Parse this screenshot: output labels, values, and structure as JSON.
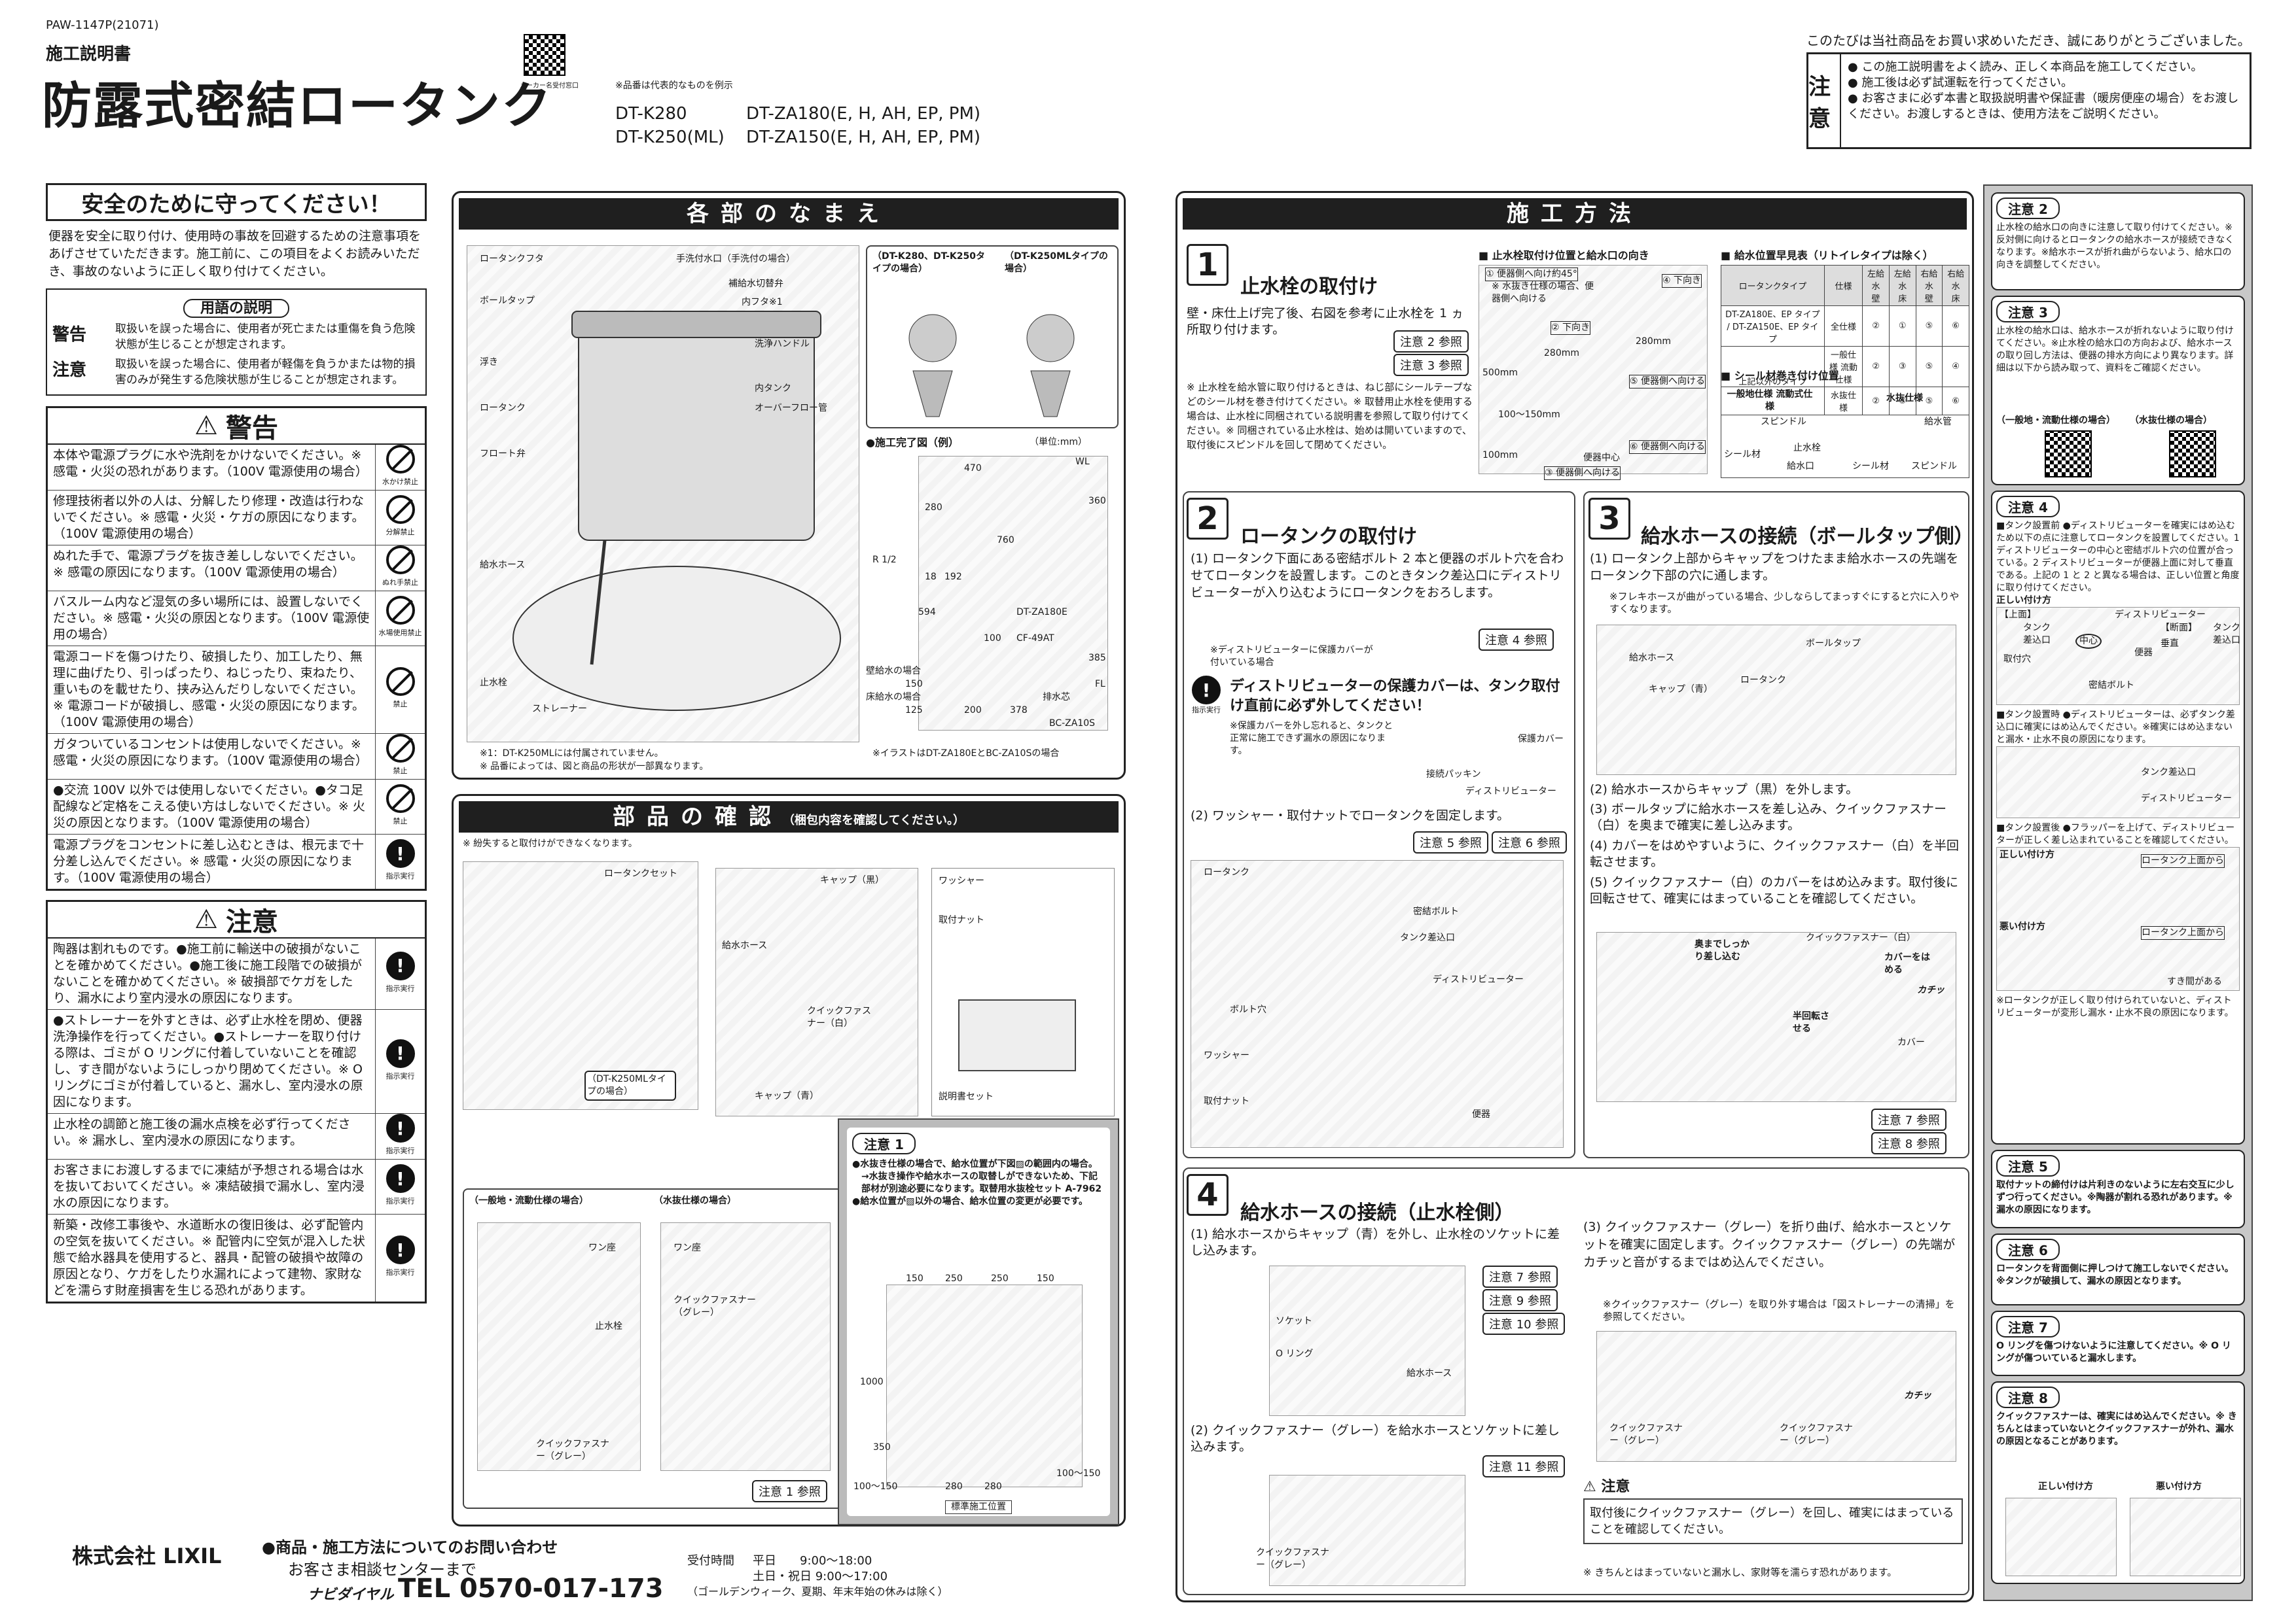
{
  "header": {
    "doc_id": "PAW-1147P(21071)",
    "doc_type": "施工説明書",
    "title": "防露式密結ロータンク",
    "qr_caption": "メーカー名受付窓口",
    "rep_note": "※品番は代表的なものを例示",
    "models": [
      [
        "DT-K280",
        "DT-ZA180(E, H, AH, EP, PM)"
      ],
      [
        "DT-K250(ML)",
        "DT-ZA150(E, H, AH, EP, PM)"
      ]
    ],
    "thanks": "このたびは当社商品をお買い求めいただき、誠にありがとうございました。",
    "caution_label": "注意",
    "caution_items": [
      "● この施工説明書をよく読み、正しく本商品を施工してください。",
      "● 施工後は必ず試運転を行ってください。",
      "● お客さまに必ず本書と取扱説明書や保証書（暖房便座の場合）をお渡しください。お渡しするときは、使用方法をご説明ください。"
    ]
  },
  "safety": {
    "title": "安全のために守ってください！",
    "intro": "便器を安全に取り付け、使用時の事故を回避するための注意事項をあげさせていただきます。施工前に、この項目をよくお読みいただき、事故のないように正しく取り付けてください。",
    "terms_title": "用語の説明",
    "term_warning": "警告",
    "term_warning_desc": "取扱いを誤った場合に、使用者が死亡または重傷を負う危険状態が生じることが想定されます。",
    "term_caution": "注意",
    "term_caution_desc": "取扱いを誤った場合に、使用者が軽傷を負うかまたは物的損害のみが発生する危険状態が生じることが想定されます。",
    "warning_title": "警告",
    "warnings": [
      {
        "text": "本体や電源プラグに水や洗剤をかけないでください。※ 感電・火災の恐れがあります。（100V 電源使用の場合）",
        "icon": "水かけ禁止"
      },
      {
        "text": "修理技術者以外の人は、分解したり修理・改造は行わないでください。※ 感電・火災・ケガの原因になります。（100V 電源使用の場合）",
        "icon": "分解禁止"
      },
      {
        "text": "ぬれた手で、電源プラグを抜き差ししないでください。※ 感電の原因になります。（100V 電源使用の場合）",
        "icon": "ぬれ手禁止"
      },
      {
        "text": "バスルーム内など湿気の多い場所には、設置しないでください。※ 感電・火災の原因となります。（100V 電源使用の場合）",
        "icon": "水場使用禁止"
      },
      {
        "text": "電源コードを傷つけたり、破損したり、加工したり、無理に曲げたり、引っぱったり、ねじったり、束ねたり、重いものを載せたり、挟み込んだりしないでください。※ 電源コードが破損し、感電・火災の原因になります。（100V 電源使用の場合）",
        "icon": "禁止"
      },
      {
        "text": "ガタついているコンセントは使用しないでください。※ 感電・火災の原因になります。（100V 電源使用の場合）",
        "icon": "禁止"
      },
      {
        "text": "●交流 100V 以外では使用しないでください。●タコ足配線など定格をこえる使い方はしないでください。※ 火災の原因となります。（100V 電源使用の場合）",
        "icon": "禁止"
      },
      {
        "text": "電源プラグをコンセントに差し込むときは、根元まで十分差し込んでください。※ 感電・火災の原因になります。（100V 電源使用の場合）",
        "icon": "指示実行"
      }
    ],
    "caution_title": "注意",
    "cautions": [
      {
        "text": "陶器は割れものです。●施工前に輸送中の破損がないことを確かめてください。●施工後に施工段階での破損がないことを確かめてください。※ 破損部でケガをしたり、漏水により室内浸水の原因になります。",
        "icon": "指示実行"
      },
      {
        "text": "●ストレーナーを外すときは、必ず止水栓を閉め、便器洗浄操作を行ってください。●ストレーナーを取り付ける際は、ゴミが O リングに付着していないことを確認し、すき間がないようにしっかり閉めてください。※ O リングにゴミが付着していると、漏水し、室内浸水の原因になります。",
        "icon": "指示実行"
      },
      {
        "text": "止水栓の調節と施工後の漏水点検を必ず行ってください。※ 漏水し、室内浸水の原因になります。",
        "icon": "指示実行"
      },
      {
        "text": "お客さまにお渡しするまでに凍結が予想される場合は水を抜いておいてください。※ 凍結破損で漏水し、室内浸水の原因になります。",
        "icon": "指示実行"
      },
      {
        "text": "新築・改修工事後や、水道断水の復旧後は、必ず配管内の空気を抜いてください。※ 配管内に空気が混入した状態で給水器具を使用すると、器具・配管の破損や故障の原因となり、ケガをしたり水漏れによって建物、家財などを濡らす財産損害を生じる恐れがあります。",
        "icon": "指示実行"
      }
    ]
  },
  "footer": {
    "company": "株式会社 LIXIL",
    "inquiry": "●商品・施工方法についてのお問い合わせ",
    "center": "お客さま相談センターまで",
    "navi": "ナビダイヤル",
    "tel": "TEL 0570-017-173",
    "hours_label": "受付時間",
    "weekday": "平日　　9:00〜18:00",
    "weekend": "土日・祝日 9:00〜17:00",
    "holiday": "（ゴールデンウィーク、夏期、年末年始の休みは除く）"
  },
  "parts": {
    "title": "各部のなまえ",
    "labels": [
      "ロータンクフタ",
      "手洗付水口（手洗付の場合）",
      "補給水切替弁",
      "内フタ※1",
      "洗浄ハンドル",
      "ボールタップ",
      "浮き",
      "内タンク",
      "オーバーフロー管",
      "ロータンク",
      "フロート弁",
      "給水ホース",
      "止水栓",
      "ストレーナー"
    ],
    "type_a": "（DT-K280、DT-K250タイプの場合）",
    "type_b": "（DT-K250MLタイプの場合）",
    "finish_title": "●施工完了図（例）",
    "unit": "（単位:mm）",
    "dims": [
      "470",
      "WL",
      "360",
      "760",
      "280",
      "R 1/2",
      "18",
      "192",
      "594",
      "100",
      "385",
      "150",
      "125",
      "200",
      "378"
    ],
    "dim_labels": [
      "DT-ZA180E",
      "CF-49AT",
      "壁給水の場合",
      "床給水の場合",
      "排水芯",
      "FL",
      "BC-ZA10S"
    ],
    "note1": "※1：DT-K250MLには付属されていません。",
    "note2": "※ 品番によっては、図と商品の形状が一部異なります。",
    "illust_note": "※イラストはDT-ZA180EとBC-ZA10Sの場合"
  },
  "check": {
    "title": "部品の確認",
    "subtitle": "（梱包内容を確認してください。）",
    "note": "※ 紛失すると取付けができなくなります。",
    "labels": [
      "ロータンクセット",
      "キャップ（黒）",
      "給水ホース",
      "クイックファスナー（白）",
      "キャップ（青）",
      "ワッシャー",
      "取付ナット",
      "説明書セット",
      "（DT-K250MLタイプの場合）"
    ],
    "general": "（一般地・流動仕様の場合）",
    "drain": "（水抜仕様の場合）",
    "sub_labels": [
      "ワン座",
      "止水栓",
      "クイックファスナー（グレー）",
      "ワン座",
      "クイックファスナー（グレー）"
    ],
    "ref1": "注意 1 参照"
  },
  "chui1": {
    "label": "注意 1",
    "text1": "●水抜き仕様の場合で、給水位置が下図▨の範囲内の場合。",
    "text2": "→水抜き操作や給水ホースの取替しができないため、下記部材が別途必要になります。取替用水抜栓セット A-7962",
    "text3": "●給水位置が▨以外の場合、給水位置の変更が必要です。",
    "dims": [
      "150",
      "250",
      "250",
      "150",
      "1000",
      "350",
      "100〜150",
      "280",
      "280",
      "100〜150"
    ],
    "caption": "標準施工位置"
  },
  "method": {
    "title": "施工方法",
    "s1_title": "止水栓の取付け",
    "s1_text": "壁・床仕上げ完了後、右図を参考に止水栓を 1 ヵ所取り付けます。",
    "s1_refs": [
      "注意 2 参照",
      "注意 3 参照"
    ],
    "s1_notes": "※ 止水栓を給水管に取り付けるときは、ねじ部にシールテープなどのシール材を巻き付けてください。※ 取替用止水栓を使用する場合は、止水栓に同梱されている説明書を参照して取り付けてください。※ 同梱されている止水栓は、始めは開いていますので、取付後にスピンドルを回して閉めてください。",
    "pos_title": "■ 止水栓取付け位置と給水口の向き",
    "pos_labels": [
      "① 便器側へ向け約45°",
      "※ 水抜き仕様の場合、便器側へ向ける",
      "② 下向き",
      "280mm",
      "500mm",
      "100〜150mm",
      "100mm",
      "③ 便器側へ向ける",
      "④ 下向き",
      "⑤ 便器側へ向ける",
      "⑥ 便器側へ向ける",
      "便器中心",
      "280mm"
    ],
    "table_title": "■ 給水位置早見表（リトイレタイプは除く）",
    "table_head": [
      "ロータンクタイプ",
      "仕様",
      "左給水 壁",
      "左給水 床",
      "右給水 壁",
      "右給水 床"
    ],
    "table_rows": [
      [
        "DT-ZA180E、EP タイプ / DT-ZA150E、EP タイプ",
        "全仕様",
        "②",
        "①",
        "⑤",
        "⑥"
      ],
      [
        "上記以外のタイプ",
        "一般仕様 流動仕様",
        "②",
        "③",
        "⑤",
        "④"
      ],
      [
        "",
        "水抜仕様",
        "②",
        "③",
        "⑤",
        "⑥"
      ]
    ],
    "seal_title": "■ シール材巻き付け位置",
    "seal_general": "一般地仕様 流動式仕様",
    "seal_drain": "水抜仕様",
    "seal_labels": [
      "スピンドル",
      "止水栓",
      "シール材",
      "給水口",
      "給水管",
      "シール材",
      "スピンドル"
    ],
    "s2_title": "ロータンクの取付け",
    "s2_text1": "(1) ロータンク下面にある密結ボルト 2 本と便器のボルト穴を合わせてロータンクを設置します。このときタンク差込口にディストリビューターが入り込むようにロータンクをおろします。",
    "s2_ref4": "注意 4 参照",
    "s2_sub": "※ディストリビューターに保護カバーが付いている場合",
    "s2_warn": "ディストリビューターの保護カバーは、タンク取付け直前に必ず外してください！",
    "s2_warn_icon": "指示実行",
    "s2_warn_note": "※保護カバーを外し忘れると、タンクと正常に施工できず漏水の原因になります。",
    "s2_cover": "保護カバー",
    "s2_packing": "接続パッキン",
    "s2_dist": "ディストリビューター",
    "s2_text2": "(2) ワッシャー・取付ナットでロータンクを固定します。",
    "s2_refs": [
      "注意 5 参照",
      "注意 6 参照"
    ],
    "s2_labels": [
      "ロータンク",
      "密結ボルト",
      "タンク差込口",
      "ディストリビューター",
      "ボルト穴",
      "ワッシャー",
      "取付ナット",
      "便器"
    ],
    "s3_title": "給水ホースの接続（ボールタップ側）",
    "s3_text1": "(1) ロータンク上部からキャップをつけたまま給水ホースの先端をロータンク下部の穴に通します。",
    "s3_note1": "※フレキホースが曲がっている場合、少しならしてまっすぐにすると穴に入りやすくなります。",
    "s3_labels": [
      "給水ホース",
      "ボールタップ",
      "キャップ（青）",
      "ロータンク"
    ],
    "s3_text2": "(2) 給水ホースからキャップ（黒）を外します。",
    "s3_text3": "(3) ボールタップに給水ホースを差し込み、クイックファスナー（白）を奥まで確実に差し込みます。",
    "s3_text4": "(4) カバーをはめやすいように、クイックファスナー（白）を半回転させます。",
    "s3_text5": "(5) クイックファスナー（白）のカバーをはめ込みます。取付後に回転させて、確実にはまっていることを確認してください。",
    "s3_labels2": [
      "奥までしっかり差し込む",
      "クイックファスナー（白）",
      "半回転させる",
      "カバーをはめる",
      "カバー",
      "カチッ"
    ],
    "s3_refs": [
      "注意 7 参照",
      "注意 8 参照"
    ],
    "s4_title": "給水ホースの接続（止水栓側）",
    "s4_text1": "(1) 給水ホースからキャップ（青）を外し、止水栓のソケットに差し込みます。",
    "s4_refs": [
      "注意 7 参照",
      "注意 9 参照",
      "注意 10 参照"
    ],
    "s4_labels": [
      "ソケット",
      "O リング",
      "給水ホース"
    ],
    "s4_text2": "(2) クイックファスナー（グレー）を給水ホースとソケットに差し込みます。",
    "s4_ref11": "注意 11 参照",
    "s4_label2": "クイックファスナー（グレー）",
    "s4_text3": "(3) クイックファスナー（グレー）を折り曲げ、給水ホースとソケットを確実に固定します。クイックファスナー（グレー）の先端がカチッと音がするまではめ込んでください。",
    "s4_note3": "※クイックファスナー（グレー）を取り外す場合は「図ストレーナーの清掃」を参照してください。",
    "s4_labels3": [
      "クイックファスナー（グレー）",
      "クイックファスナー（グレー）",
      "カチッ"
    ],
    "s4_caution_title": "注意",
    "s4_caution": "取付後にクイックファスナー（グレー）を回し、確実にはまっていることを確認してください。",
    "s4_caution_note": "※ きちんとはまっていないと漏水し、家財等を濡らす恐れがあります。"
  },
  "side": {
    "c2_label": "注意 2",
    "c2_text": "止水栓の給水口の向きに注意して取り付けてください。※反対側に向けるとロータンクの給水ホースが接続できなくなります。※給水ホースが折れ曲がらないよう、給水口の向きを調整してください。",
    "c3_label": "注意 3",
    "c3_text": "止水栓の給水口は、給水ホースが折れないように取り付けてください。※止水栓の給水口の方向および、給水ホースの取り回し方法は、便器の排水方向により異なります。詳細は以下から読み取って、資料をご確認ください。",
    "c3_general": "（一般地・流動仕様の場合）",
    "c3_drain": "（水抜仕様の場合）",
    "c4_label": "注意 4",
    "c4_text1": "■タンク設置前 ●ディストリビューターを確実にはめ込むため以下の点に注意してロータンクを設置してください。1 ディストリビューターの中心と密結ボルト穴の位置が合っている。2 ディストリビューターが便器上面に対して垂直である。上記の 1 と 2 と異なる場合は、正しい位置と角度に取り付けてください。",
    "c4_correct": "正しい付け方",
    "c4_labels": [
      "【上面】",
      "タンク差込口",
      "中心",
      "ディストリビューター",
      "密結ボルト",
      "【断面】",
      "垂直",
      "タンク差込口",
      "取付穴",
      "便器"
    ],
    "c4_text2": "■タンク設置時 ●ディストリビューターは、必ずタンク差込口に確実にはめ込んでください。※確実にはめ込まないと漏水・止水不良の原因になります。",
    "c4_labels2": [
      "タンク差込口",
      "ディストリビューター"
    ],
    "c4_text3": "■タンク設置後 ●フラッパーを上げて、ディストリビューターが正しく差し込まれていることを確認してください。",
    "c4_labels3": [
      "正しい付け方",
      "ロータンク上面から",
      "悪い付け方",
      "ロータンク上面から",
      "すき間がある"
    ],
    "c4_note": "※ロータンクが正しく取り付けられていないと、ディストリビューターが変形し漏水・止水不良の原因になります。",
    "c5_label": "注意 5",
    "c5_text": "取付ナットの締付けは片利きのないように左右交互に少しずつ行ってください。※陶器が割れる恐れがあります。※漏水の原因になります。",
    "c6_label": "注意 6",
    "c6_text": "ロータンクを背面側に押しつけて施工しないでください。※タンクが破損して、漏水の原因となります。",
    "c7_label": "注意 7",
    "c7_text": "O リングを傷つけないように注意してください。※ O リングが傷ついていると漏水します。",
    "c8_label": "注意 8",
    "c8_text": "クイックファスナーは、確実にはめ込んでください。※ きちんとはまっていないとクイックファスナーが外れ、漏水の原因となることがあります。",
    "c8_correct": "正しい付け方",
    "c8_wrong": "悪い付け方"
  }
}
